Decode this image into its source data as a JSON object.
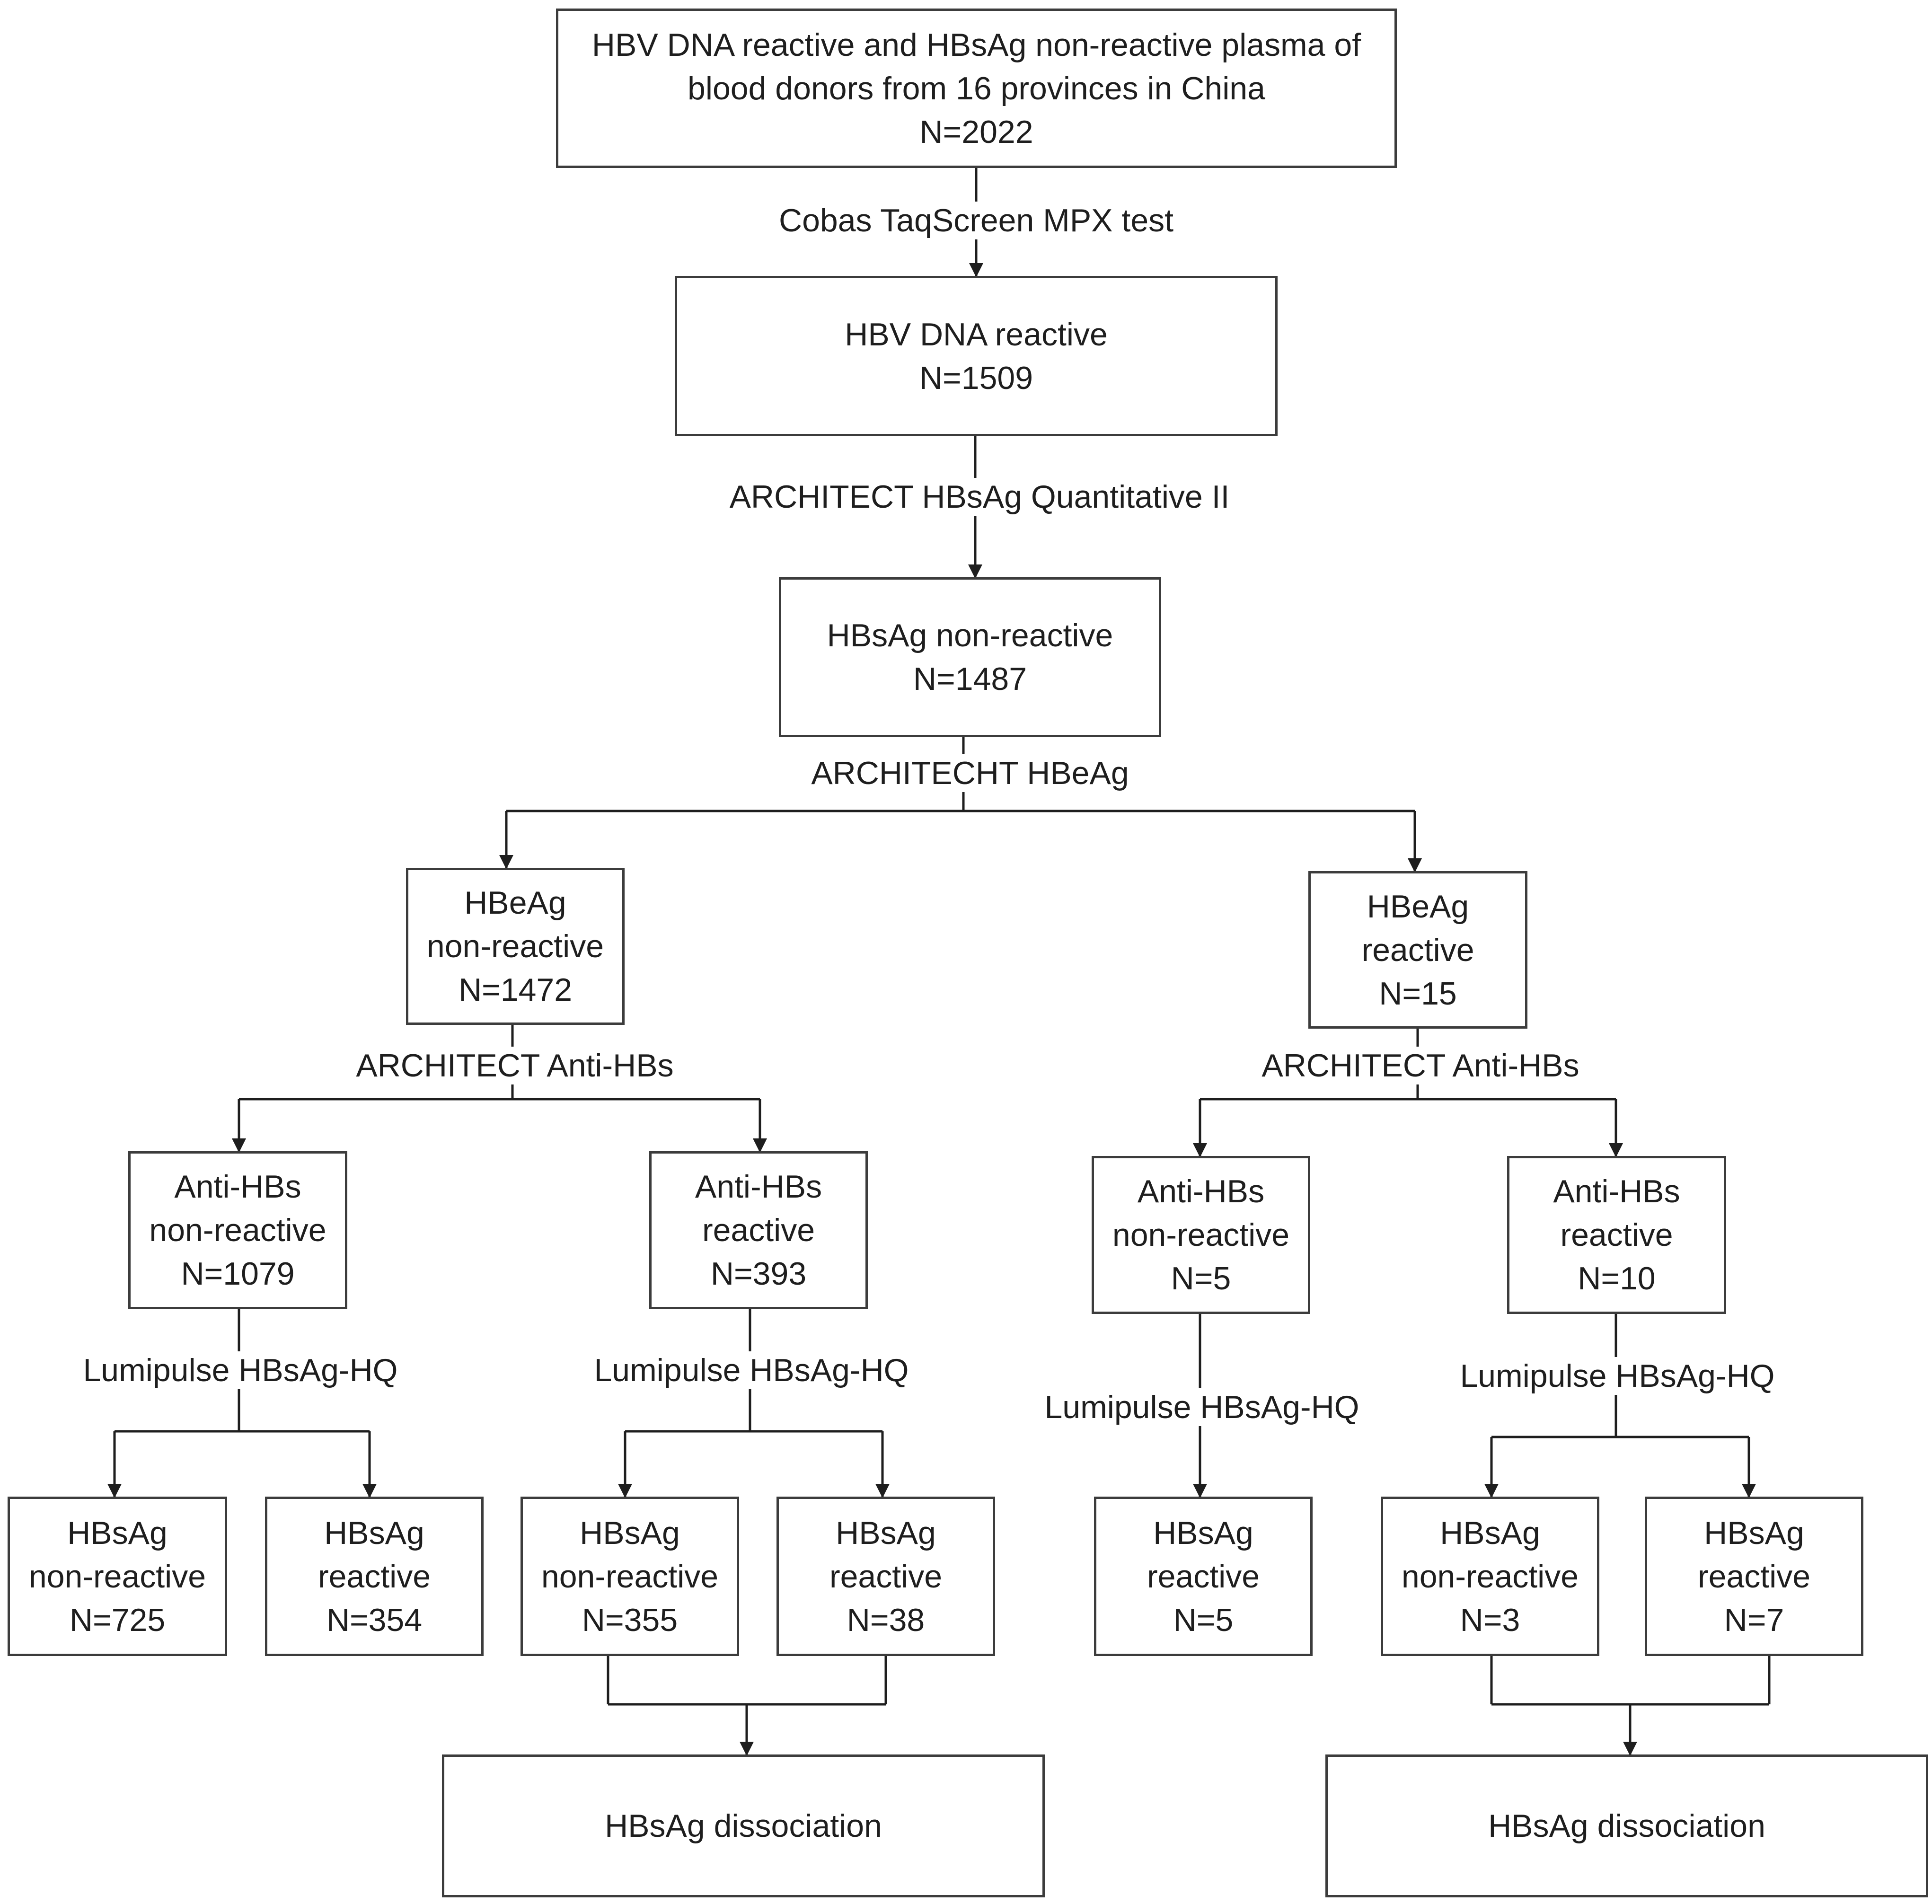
{
  "boxes": {
    "root": [
      "HBV DNA reactive and HBsAg non-reactive plasma of",
      "blood donors from 16 provinces in China",
      "N=2022"
    ],
    "dna": [
      "HBV DNA reactive",
      "N=1509"
    ],
    "hbsag_nr": [
      "HBsAg non-reactive",
      "N=1487"
    ],
    "hbeag_nr": [
      "HBeAg",
      "non-reactive",
      "N=1472"
    ],
    "hbeag_r": [
      "HBeAg",
      "reactive",
      "N=15"
    ],
    "ahbs_nr_1": [
      "Anti-HBs",
      "non-reactive",
      "N=1079"
    ],
    "ahbs_r_1": [
      "Anti-HBs",
      "reactive",
      "N=393"
    ],
    "ahbs_nr_2": [
      "Anti-HBs",
      "non-reactive",
      "N=5"
    ],
    "ahbs_r_2": [
      "Anti-HBs",
      "reactive",
      "N=10"
    ],
    "l1": [
      "HBsAg",
      "non-reactive",
      "N=725"
    ],
    "l2": [
      "HBsAg",
      "reactive",
      "N=354"
    ],
    "l3": [
      "HBsAg",
      "non-reactive",
      "N=355"
    ],
    "l4": [
      "HBsAg",
      "reactive",
      "N=38"
    ],
    "l5": [
      "HBsAg",
      "reactive",
      "N=5"
    ],
    "l6": [
      "HBsAg",
      "non-reactive",
      "N=3"
    ],
    "l7": [
      "HBsAg",
      "reactive",
      "N=7"
    ],
    "diss_left": [
      "HBsAg dissociation"
    ],
    "diss_right": [
      "HBsAg dissociation"
    ]
  },
  "labels": {
    "cobas": "Cobas TaqScreen MPX test",
    "architect_hbsag": "ARCHITECT HBsAg Quantitative II",
    "architect_hbeag": "ARCHITECHT HBeAg",
    "anti_hbs_left": "ARCHITECT Anti-HBs",
    "anti_hbs_right": "ARCHITECT Anti-HBs",
    "lumi_1": "Lumipulse HBsAg-HQ",
    "lumi_2": "Lumipulse HBsAg-HQ",
    "lumi_3": "Lumipulse HBsAg-HQ",
    "lumi_4": "Lumipulse HBsAg-HQ"
  }
}
